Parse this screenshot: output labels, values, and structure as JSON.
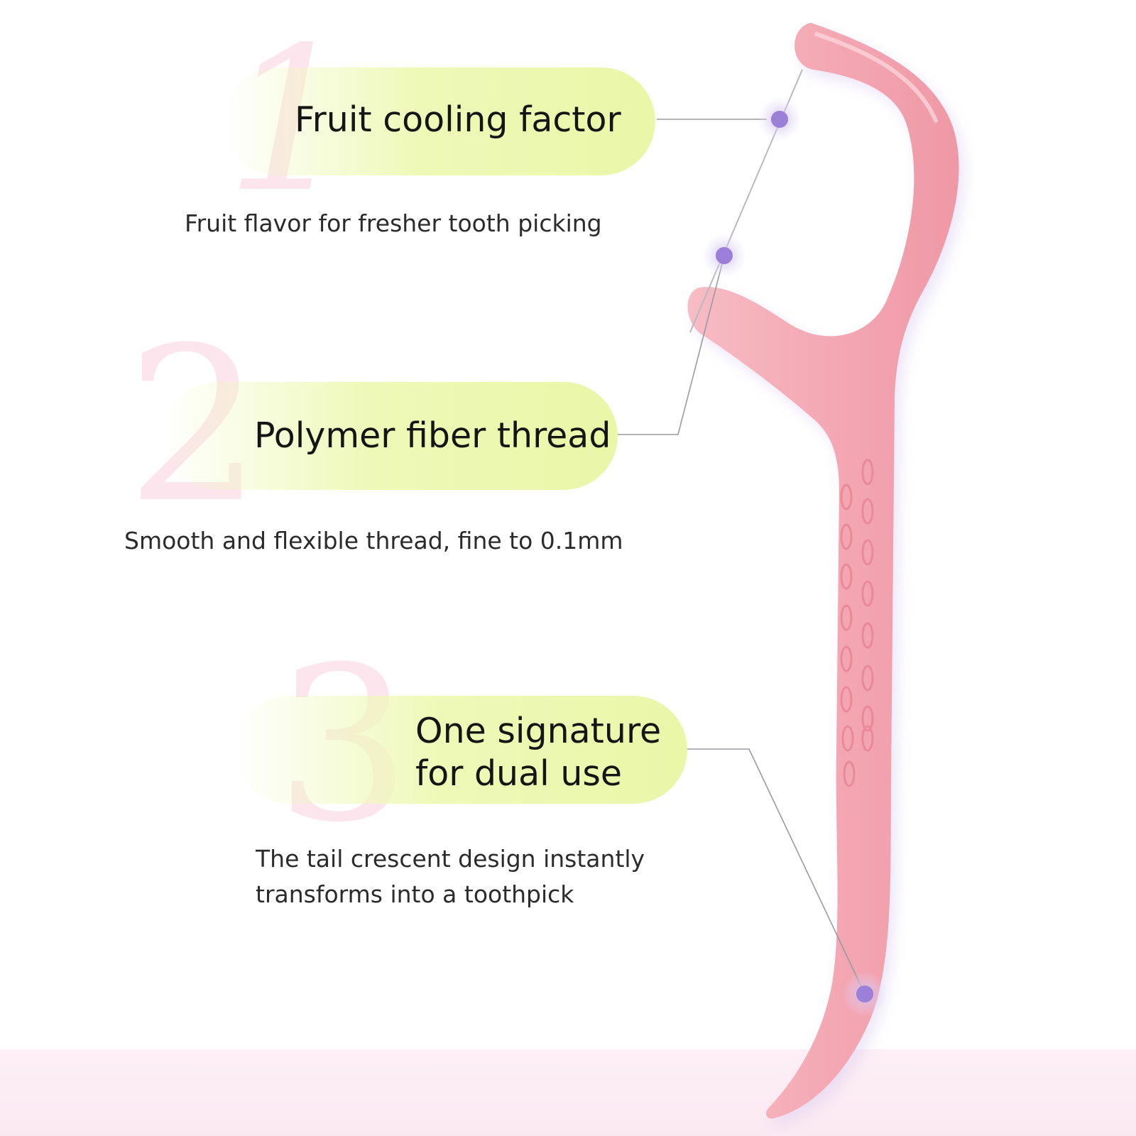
{
  "numbers": [
    "1",
    "2",
    "3"
  ],
  "features": [
    {
      "title": "Fruit cooling factor",
      "description": "Fruit flavor for fresher tooth picking"
    },
    {
      "title": "Polymer fiber thread",
      "description": "Smooth and flexible thread, fine to 0.1mm"
    },
    {
      "title": "One signature for dual use",
      "description": "The tail crescent design instantly transforms into a toothpick"
    }
  ],
  "colors": {
    "product_pink": "#f4a9b4",
    "label_pill": "#eaf7a8",
    "marker_dot": "#9b7fd8",
    "leader_line": "#9a9aa2",
    "number_watermark": "#fbdde8"
  },
  "icons": [
    "floss-pick-illustration",
    "marker-dot-icon"
  ]
}
